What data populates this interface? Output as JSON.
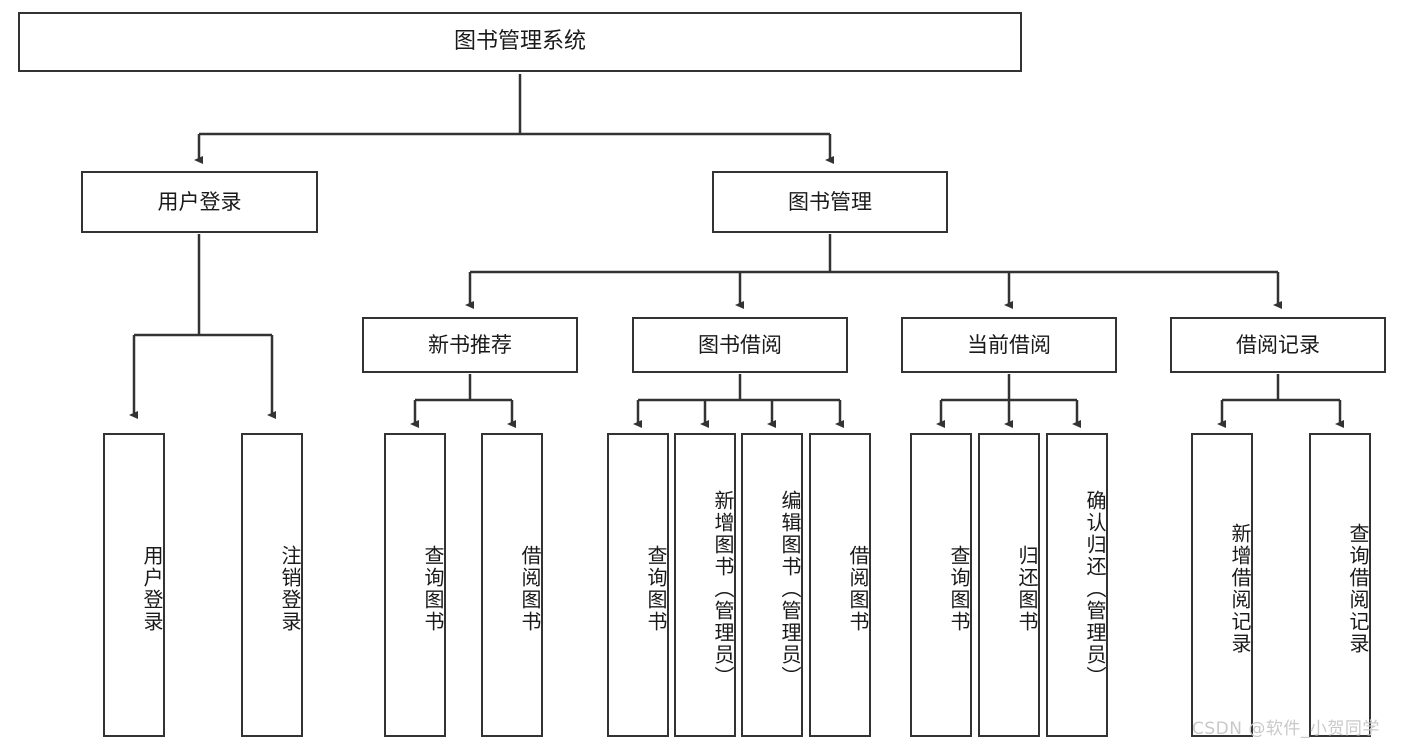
{
  "diagram": {
    "title_node": {
      "label": "图书管理系统"
    },
    "level1": [
      {
        "id": "user-login",
        "label": "用户登录"
      },
      {
        "id": "book-manage",
        "label": "图书管理"
      }
    ],
    "level2": [
      {
        "id": "new-book-recommend",
        "label": "新书推荐"
      },
      {
        "id": "book-borrow",
        "label": "图书借阅"
      },
      {
        "id": "current-borrow",
        "label": "当前借阅"
      },
      {
        "id": "borrow-record",
        "label": "借阅记录"
      }
    ],
    "leaves": {
      "user_login": [
        {
          "id": "leaf-user-login",
          "label": "用户登录"
        },
        {
          "id": "leaf-logout",
          "label": "注销登录"
        }
      ],
      "new_book_recommend": [
        {
          "id": "leaf-query-book-1",
          "label": "查询图书"
        },
        {
          "id": "leaf-borrow-book-1",
          "label": "借阅图书"
        }
      ],
      "book_borrow": [
        {
          "id": "leaf-query-book-2",
          "label": "查询图书"
        },
        {
          "id": "leaf-add-book",
          "label": "新增图书（管理员）"
        },
        {
          "id": "leaf-edit-book",
          "label": "编辑图书（管理员）"
        },
        {
          "id": "leaf-borrow-book-2",
          "label": "借阅图书"
        }
      ],
      "current_borrow": [
        {
          "id": "leaf-query-book-3",
          "label": "查询图书"
        },
        {
          "id": "leaf-return-book",
          "label": "归还图书"
        },
        {
          "id": "leaf-confirm-return",
          "label": "确认归还（管理员）"
        }
      ],
      "borrow_record": [
        {
          "id": "leaf-add-record",
          "label": "新增借阅记录"
        },
        {
          "id": "leaf-query-record",
          "label": "查询借阅记录"
        }
      ]
    }
  },
  "watermark": {
    "text": "CSDN @软件_小贺同学"
  },
  "colors": {
    "border": "#333333",
    "background": "#ffffff",
    "text": "#1a1a1a",
    "edge": "#333333",
    "watermark": "#c9c9c9"
  }
}
